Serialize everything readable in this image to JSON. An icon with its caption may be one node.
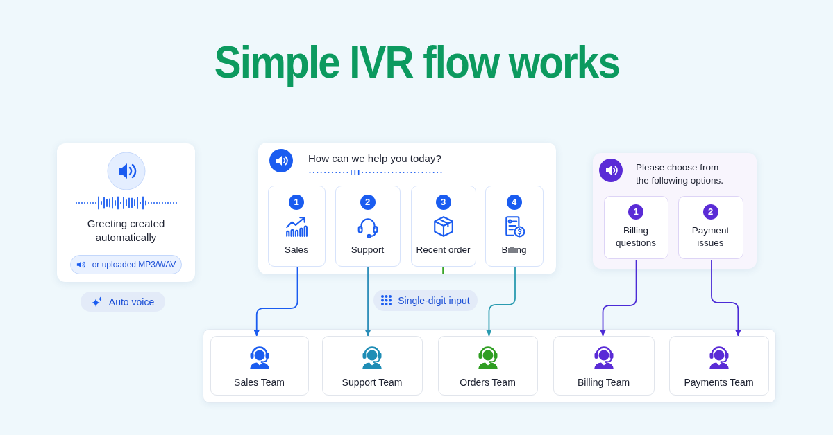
{
  "diagram": {
    "title": "Simple IVR flow works",
    "nodes": [
      {
        "text": [
          "Greeting created automatically"
        ]
      },
      {
        "text": [
          "or uploaded MP3/WAV"
        ],
        "in": 0
      },
      {
        "text": [
          "Auto voice"
        ]
      },
      {
        "text": [
          "How can we help you today?"
        ]
      },
      {
        "text": [
          "1",
          "Sales"
        ],
        "in": 3
      },
      {
        "text": [
          "2",
          "Support"
        ],
        "in": 3
      },
      {
        "text": [
          "3",
          "Recent order"
        ],
        "in": 3
      },
      {
        "text": [
          "4",
          "Billing"
        ],
        "in": 3
      },
      {
        "text": [
          "Single-digit input"
        ]
      },
      {
        "text": [
          "Please choose from the following options."
        ]
      },
      {
        "text": [
          "1",
          "Billing questions"
        ],
        "in": 9
      },
      {
        "text": [
          "2",
          "Payment issues"
        ],
        "in": 9
      },
      {
        "text": [],
        "shape": "box"
      },
      {
        "text": [
          "Sales Team"
        ],
        "in": 12
      },
      {
        "text": [
          "Support Team"
        ],
        "in": 12
      },
      {
        "text": [
          "Orders Team"
        ],
        "in": 12
      },
      {
        "text": [
          "Billing Team"
        ],
        "in": 12
      },
      {
        "text": [
          "Payments Team"
        ],
        "in": 12
      }
    ],
    "edges": [
      {
        "from": 4,
        "to": 13,
        "arrow": "to",
        "color": "#1a5cf0"
      },
      {
        "from": 5,
        "to": 14,
        "arrow": "to",
        "color": "#2a8db8"
      },
      {
        "from": 6,
        "to": null,
        "arrow": "none",
        "color": "#3aa52a"
      },
      {
        "from": 7,
        "to": 15,
        "arrow": "to",
        "color": "#2a9bb0"
      },
      {
        "from": 10,
        "to": 16,
        "arrow": "to",
        "color": "#4b2bd6"
      },
      {
        "from": 11,
        "to": 17,
        "arrow": "to",
        "color": "#4b2bd6"
      }
    ]
  }
}
